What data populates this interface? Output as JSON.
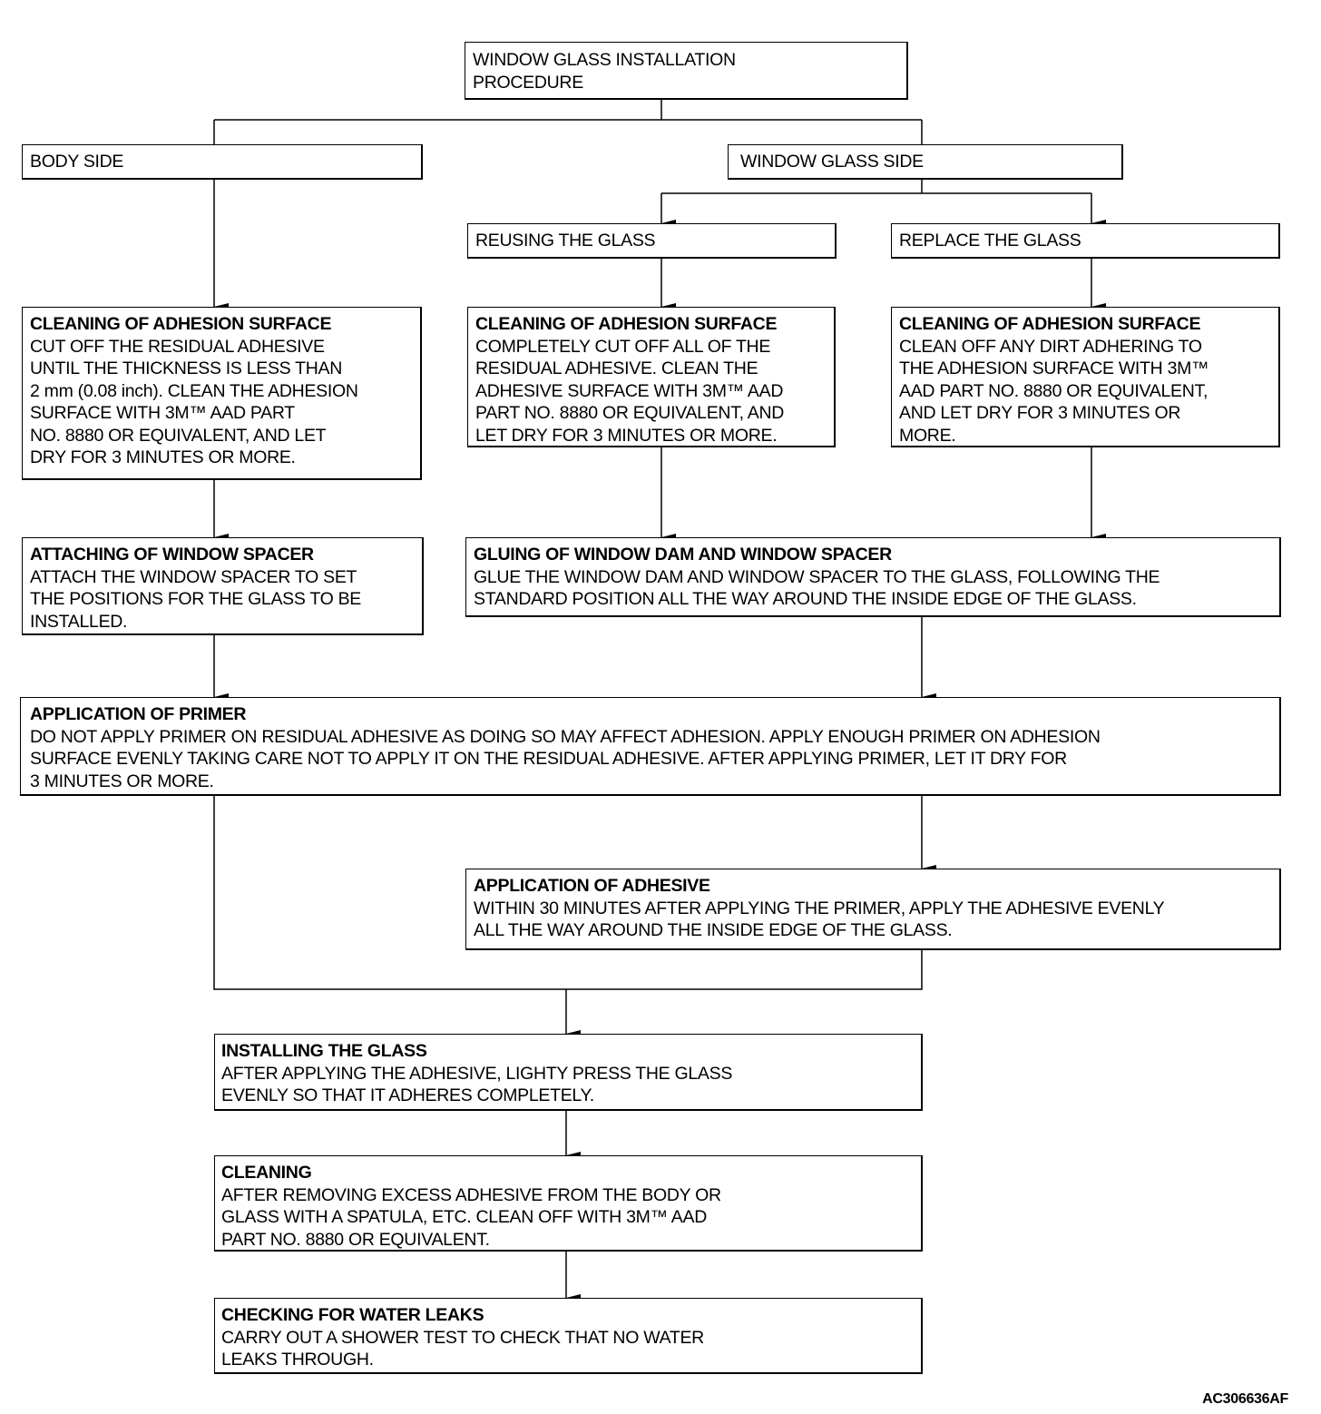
{
  "title": "WINDOW GLASS INSTALLATION\nPROCEDURE",
  "branches": {
    "body_side": "BODY SIDE",
    "window_glass_side": "WINDOW GLASS SIDE",
    "reusing": "REUSING THE GLASS",
    "replace": "REPLACE  THE GLASS"
  },
  "steps": {
    "clean_body": {
      "heading": "CLEANING OF ADHESION SURFACE",
      "text": "CUT OFF THE RESIDUAL ADHESIVE\nUNTIL THE THICKNESS IS LESS THAN\n2 mm (0.08 inch). CLEAN THE ADHESION\nSURFACE WITH 3M™ AAD PART\nNO. 8880 OR EQUIVALENT, AND LET\nDRY FOR 3 MINUTES OR MORE."
    },
    "clean_reuse": {
      "heading": "CLEANING OF ADHESION SURFACE",
      "text": "COMPLETELY CUT OFF ALL OF THE\nRESIDUAL ADHESIVE. CLEAN THE\nADHESIVE SURFACE WITH 3M™ AAD\nPART NO. 8880 OR EQUIVALENT, AND\nLET DRY FOR 3 MINUTES OR MORE."
    },
    "clean_replace": {
      "heading": "CLEANING OF ADHESION SURFACE",
      "text": "CLEAN OFF ANY DIRT ADHERING TO\nTHE ADHESION SURFACE WITH 3M™\nAAD PART NO. 8880 OR EQUIVALENT,\nAND LET DRY FOR 3 MINUTES OR\nMORE."
    },
    "attach_spacer": {
      "heading": "ATTACHING OF WINDOW SPACER",
      "text": "ATTACH THE WINDOW SPACER TO SET\nTHE POSITIONS FOR THE GLASS TO BE\nINSTALLED."
    },
    "gluing": {
      "heading": "GLUING OF WINDOW DAM AND WINDOW SPACER",
      "text": "GLUE THE WINDOW DAM AND WINDOW SPACER TO THE GLASS, FOLLOWING THE\nSTANDARD POSITION ALL THE WAY AROUND THE INSIDE EDGE OF THE GLASS."
    },
    "primer": {
      "heading": "APPLICATION OF PRIMER",
      "text": "DO NOT APPLY PRIMER ON RESIDUAL ADHESIVE AS DOING SO MAY AFFECT ADHESION. APPLY ENOUGH PRIMER ON ADHESION\nSURFACE EVENLY TAKING CARE NOT TO APPLY IT ON THE RESIDUAL ADHESIVE. AFTER APPLYING PRIMER, LET IT DRY FOR\n3 MINUTES OR MORE."
    },
    "adhesive": {
      "heading": "APPLICATION OF ADHESIVE",
      "text": "WITHIN 30 MINUTES AFTER APPLYING THE PRIMER, APPLY THE ADHESIVE EVENLY\nALL THE WAY AROUND THE INSIDE EDGE OF THE GLASS."
    },
    "installing": {
      "heading": "INSTALLING THE GLASS",
      "text": "AFTER APPLYING THE ADHESIVE, LIGHTY  PRESS THE GLASS\nEVENLY SO THAT IT ADHERES COMPLETELY."
    },
    "cleaning": {
      "heading": "CLEANING",
      "text": "AFTER REMOVING EXCESS ADHESIVE FROM THE BODY OR\nGLASS WITH A SPATULA, ETC. CLEAN OFF  WITH 3M™ AAD\nPART NO. 8880 OR EQUIVALENT."
    },
    "checking": {
      "heading": "CHECKING FOR WATER  LEAKS",
      "text": "CARRY OUT A SHOWER TEST TO CHECK THAT NO WATER\nLEAKS THROUGH."
    }
  },
  "figure_code": "AC306636AF"
}
